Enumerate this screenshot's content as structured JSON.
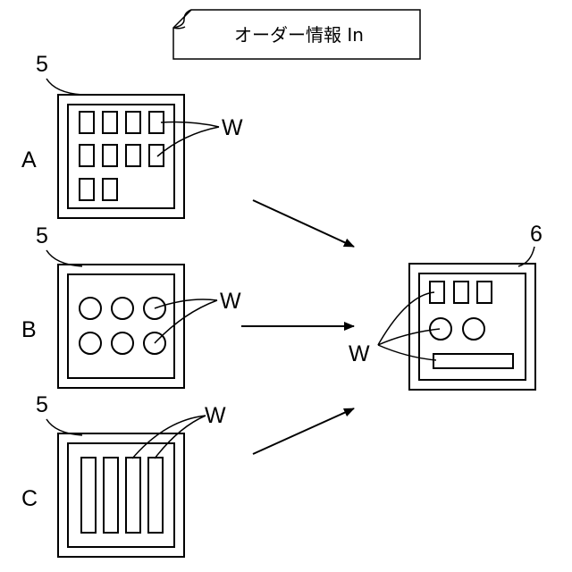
{
  "order_info": {
    "label": "オーダー情報 In"
  },
  "trays": [
    {
      "row_label": "A",
      "ref_number": "5",
      "workpiece_label": "W"
    },
    {
      "row_label": "B",
      "ref_number": "5",
      "workpiece_label": "W"
    },
    {
      "row_label": "C",
      "ref_number": "5",
      "workpiece_label": "W"
    }
  ],
  "output_tray": {
    "ref_number": "6",
    "workpiece_label": "W"
  }
}
